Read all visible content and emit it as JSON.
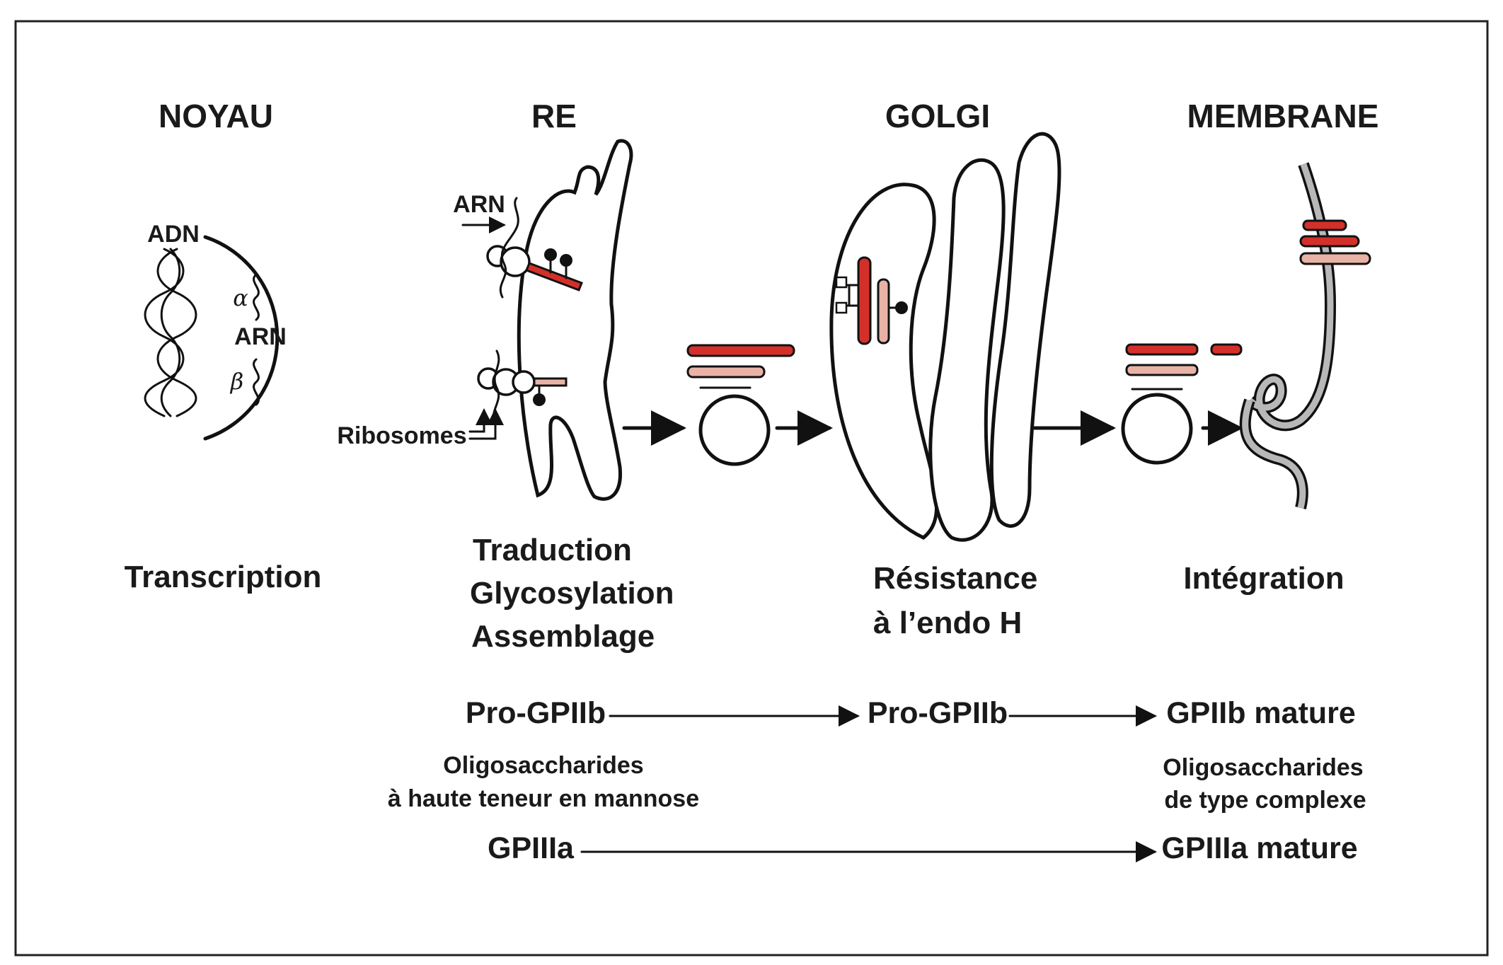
{
  "colors": {
    "alpha_chain": "#d3302a",
    "beta_chain": "#e8b3a6",
    "membrane": "#b8b8b8",
    "ink": "#111111"
  },
  "headers": {
    "nucleus": "NOYAU",
    "er": "RE",
    "golgi": "GOLGI",
    "membrane": "MEMBRANE"
  },
  "labels": {
    "dna": "ADN",
    "rna_er": "ARN",
    "rna_nucleus": "ARN",
    "alpha": "α",
    "beta": "β",
    "ribosomes": "Ribosomes"
  },
  "stages": {
    "nucleus": [
      "Transcription"
    ],
    "er": [
      "Traduction",
      "Glycosylation",
      "Assemblage"
    ],
    "golgi": [
      "Résistance",
      "à l’endo H"
    ],
    "membrane": [
      "Intégration"
    ]
  },
  "proteins": {
    "gpiib_er": "Pro-GPIIb",
    "gpiib_golgi": "Pro-GPIIb",
    "gpiib_mature": "GPIIb mature",
    "gpiiia": "GPIIIa",
    "gpiiia_mature": "GPIIIa mature",
    "oligo_er": [
      "Oligosaccharides",
      "à haute teneur en mannose"
    ],
    "oligo_membrane": [
      "Oligosaccharides",
      "de type complexe"
    ]
  }
}
